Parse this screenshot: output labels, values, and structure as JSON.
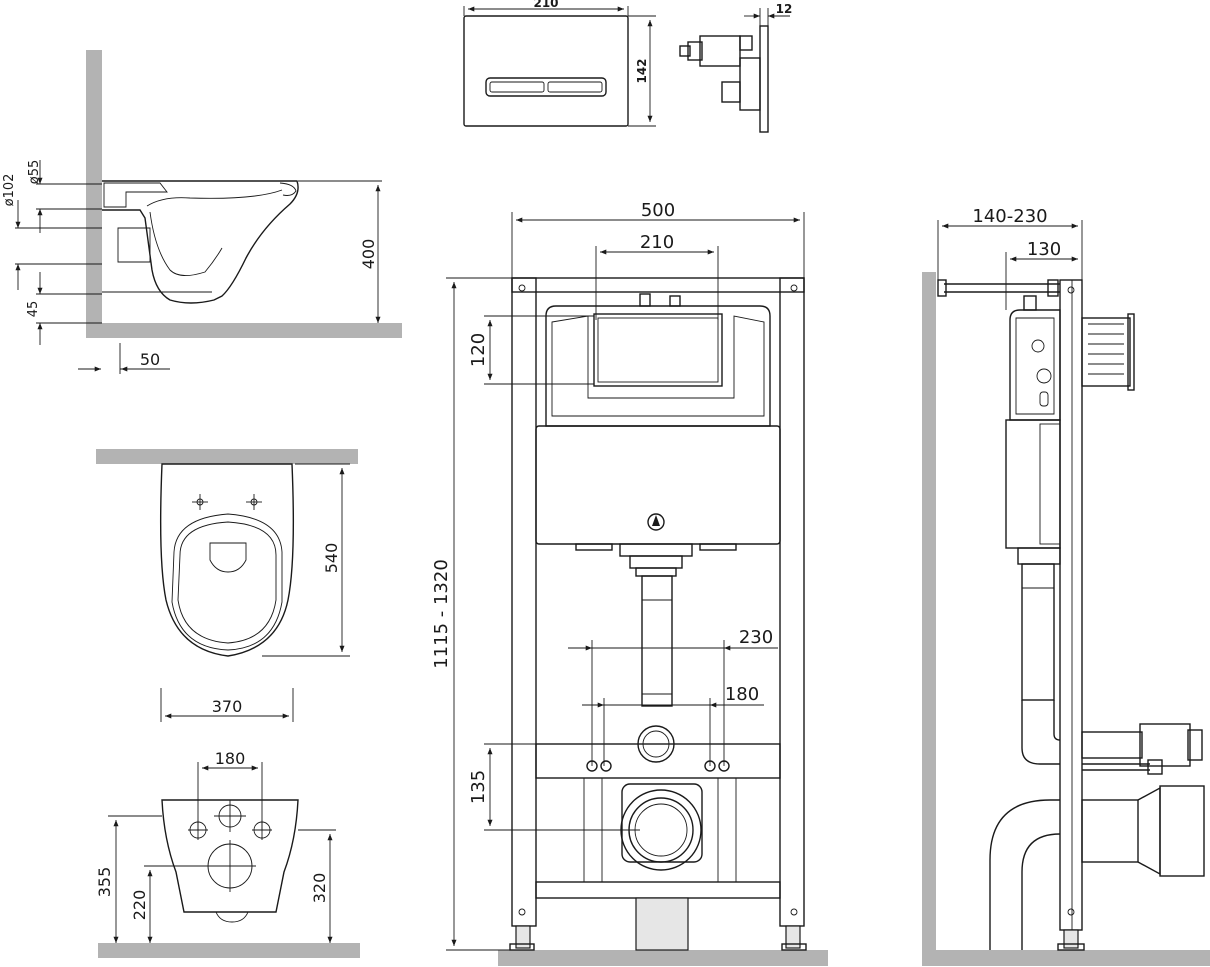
{
  "toilet_side": {
    "dims": {
      "d102": "ø102",
      "d55": "ø55",
      "h45": "45",
      "h400": "400",
      "w50": "50"
    }
  },
  "toilet_top": {
    "dims": {
      "l540": "540",
      "w370": "370"
    }
  },
  "toilet_rear": {
    "dims": {
      "w180": "180",
      "h355": "355",
      "h220": "220",
      "h320": "320"
    }
  },
  "flush_plate": {
    "dims": {
      "w210": "210",
      "h142": "142",
      "d12": "12"
    }
  },
  "frame_front": {
    "dims": {
      "w500": "500",
      "w210": "210",
      "h120": "120",
      "h1115": "1115 - 1320",
      "w230": "230",
      "w180": "180",
      "h135": "135"
    }
  },
  "frame_side": {
    "dims": {
      "d140": "140-230",
      "d130": "130"
    }
  }
}
